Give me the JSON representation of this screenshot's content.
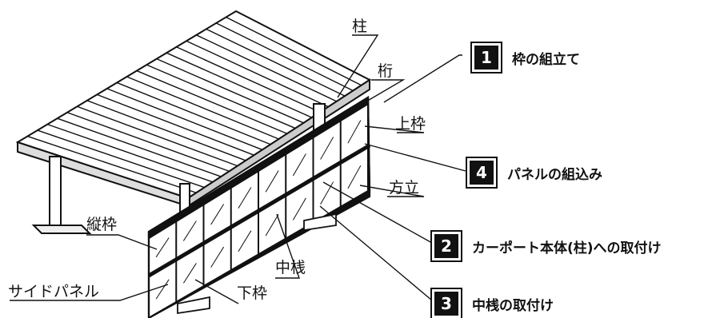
{
  "labels": {
    "pillar": "柱",
    "beam": "桁",
    "top_frame": "上枠",
    "mullion": "方立",
    "vertical_frame": "縦枠",
    "middle_rail": "中桟",
    "side_panel": "サイドパネル",
    "bottom_frame": "下枠"
  },
  "steps": [
    {
      "num": "1",
      "text": "枠の組立て"
    },
    {
      "num": "4",
      "text": "パネルの組込み"
    },
    {
      "num": "2",
      "text": "カーポート本体(柱)への取付け"
    },
    {
      "num": "3",
      "text": "中桟の取付け"
    }
  ]
}
